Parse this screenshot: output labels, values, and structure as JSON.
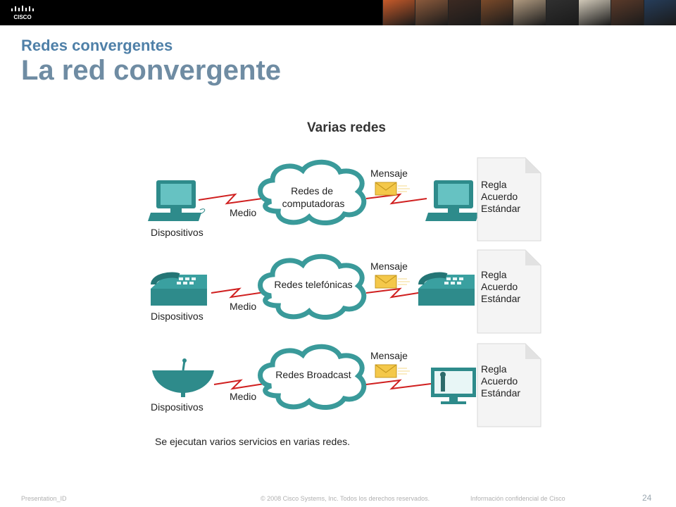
{
  "header": {
    "logo_text": "CISCO",
    "photo_colors": [
      "#c65a2a",
      "#8b5a3c",
      "#3c2a22",
      "#7a4a2a",
      "#b09a80",
      "#303030",
      "#d0c8b8",
      "#5a3a2a",
      "#263d5a"
    ]
  },
  "slide": {
    "subtitle": "Redes convergentes",
    "title": "La red convergente"
  },
  "diagram": {
    "heading": "Varias redes",
    "rows": [
      {
        "device_label": "Dispositivos",
        "link_label": "Medio",
        "network_label_lines": [
          "Redes de",
          "computadoras"
        ],
        "message_label": "Mensaje",
        "doc_lines": [
          "Regla",
          "Acuerdo",
          "Estándar"
        ],
        "device_icon": "computer-icon"
      },
      {
        "device_label": "Dispositivos",
        "link_label": "Medio",
        "network_label_lines": [
          "Redes telefónicas"
        ],
        "message_label": "Mensaje",
        "doc_lines": [
          "Regla",
          "Acuerdo",
          "Estándar"
        ],
        "device_icon": "phone-icon"
      },
      {
        "device_label": "Dispositivos",
        "link_label": "Medio",
        "network_label_lines": [
          "Redes Broadcast"
        ],
        "message_label": "Mensaje",
        "doc_lines": [
          "Regla",
          "Acuerdo",
          "Estándar"
        ],
        "device_icon": "satellite-dish-icon"
      }
    ],
    "caption": "Se ejecutan varios servicios en varias redes."
  },
  "footer": {
    "left": "Presentation_ID",
    "center": "© 2008 Cisco Systems, Inc. Todos los derechos reservados.",
    "right": "Información confidencial de Cisco",
    "page": "24"
  },
  "colors": {
    "teal": "#2e8b8b",
    "teal_light": "#5fbcbc",
    "link_red": "#d02020",
    "title": "#6f8ca3",
    "subtitle": "#4f80a8"
  }
}
